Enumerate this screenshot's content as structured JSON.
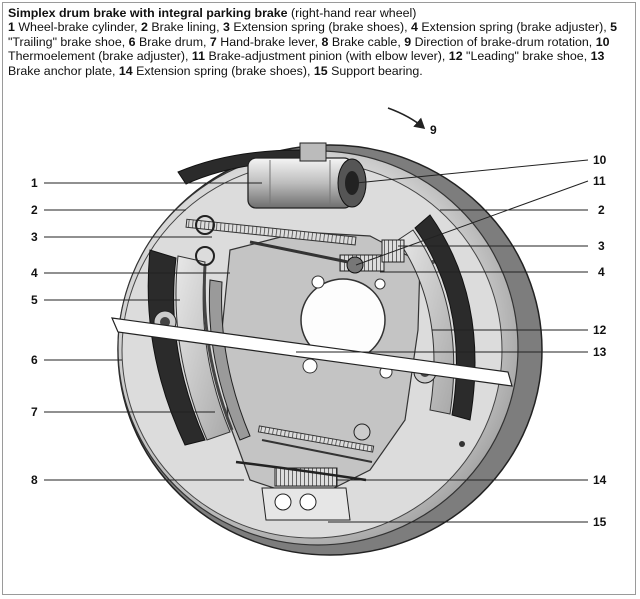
{
  "title": "Simplex drum brake with integral parking brake",
  "subtitle": "(right-hand rear wheel)",
  "legend": [
    {
      "num": "1",
      "label": "Wheel-brake cylinder"
    },
    {
      "num": "2",
      "label": "Brake lining"
    },
    {
      "num": "3",
      "label": "Extension spring (brake shoes)"
    },
    {
      "num": "4",
      "label": "Extension spring (brake adjuster)"
    },
    {
      "num": "5",
      "label": "\"Trailing\" brake shoe"
    },
    {
      "num": "6",
      "label": "Brake drum"
    },
    {
      "num": "7",
      "label": "Hand-brake lever"
    },
    {
      "num": "8",
      "label": "Brake cable"
    },
    {
      "num": "9",
      "label": "Direction of brake-drum rotation"
    },
    {
      "num": "10",
      "label": "Thermoelement (brake adjuster)"
    },
    {
      "num": "11",
      "label": "Brake-adjustment pinion (with elbow lever)"
    },
    {
      "num": "12",
      "label": "\"Leading\" brake shoe"
    },
    {
      "num": "13",
      "label": "Brake anchor plate"
    },
    {
      "num": "14",
      "label": "Extension spring (brake shoes)"
    },
    {
      "num": "15",
      "label": "Support bearing"
    }
  ],
  "callouts": {
    "left": [
      "1",
      "2",
      "3",
      "4",
      "5",
      "6",
      "7",
      "8"
    ],
    "right": [
      "10",
      "11",
      "2",
      "3",
      "4",
      "12",
      "13",
      "14",
      "15"
    ],
    "rotation": "9"
  }
}
